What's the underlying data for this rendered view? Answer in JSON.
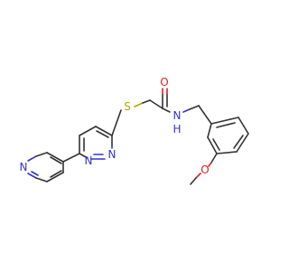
{
  "colors": {
    "carbon_bond": "#333333",
    "nitrogen": "#3333cc",
    "oxygen": "#e02020",
    "sulfur": "#b3a600",
    "background": "#ffffff"
  },
  "atoms": {
    "pyridine_n": "N",
    "pyridazine_n1": "N",
    "pyridazine_n2": "N",
    "sulfur": "S",
    "carbonyl_o": "O",
    "amide_n": "N",
    "amide_h": "H",
    "methoxy_o": "O"
  }
}
